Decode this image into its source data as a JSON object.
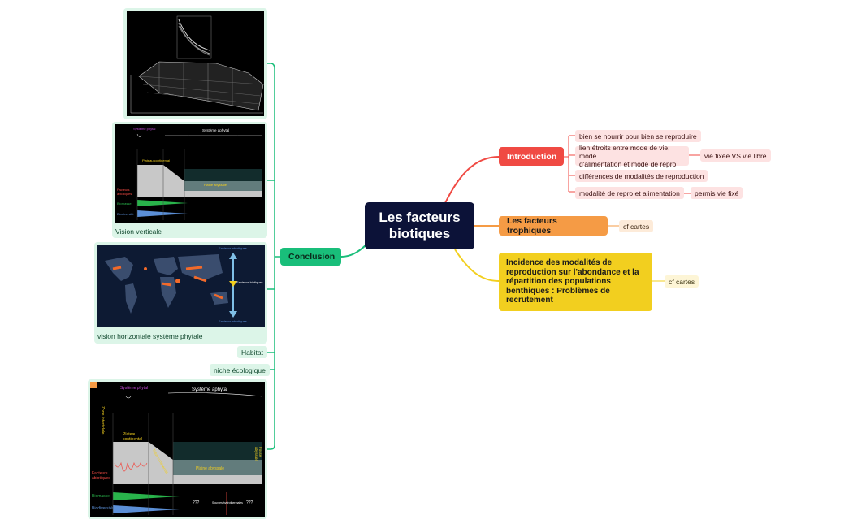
{
  "central": {
    "title_line1": "Les facteurs",
    "title_line2": "biotiques"
  },
  "introduction": {
    "label": "Introduction",
    "items": [
      {
        "text": "bien se nourrir pour bien se reproduire"
      },
      {
        "text_line1": "lien étroits entre mode de vie, mode",
        "text_line2": "d'alimentation et mode de repro",
        "child": "vie fixée VS vie libre"
      },
      {
        "text": "différences de modalités de reproduction"
      },
      {
        "text": "modalité de repro et alimentation",
        "child": "permis vie fixé"
      }
    ]
  },
  "trophiques": {
    "label": "Les facteurs trophiques",
    "child": "cf cartes"
  },
  "incidence": {
    "label_lines": [
      "Incidence des modalités de",
      "reproduction sur l'abondance et la",
      "répartition des populations",
      "benthiques : Problèmes de",
      "recrutement"
    ],
    "child": "cf cartes"
  },
  "conclusion": {
    "label": "Conclusion",
    "captions": {
      "vertical": "Vision verticale",
      "horizontal": "vision horizontale système phytale"
    },
    "items": {
      "habitat": "Habitat",
      "niche": "niche écologique"
    }
  },
  "diagram_text": {
    "systeme_phytal": "Système phytal",
    "systeme_aphytal": "Système aphytal",
    "zone_intertidale": "Zone intertidale",
    "plateau": "Plateau continental",
    "talus": "Talus continental",
    "plaine": "Plaine abyssale",
    "fosse": "Fosse abyssale",
    "facteurs_abiotiques": "Facteurs abiotiques",
    "biomasse": "Biomasse",
    "biodiversite": "Biodiversité",
    "qqq": "???",
    "sources": "Sources hydrothermales",
    "facteurs_biotiques": "Facteurs biotiques"
  },
  "colors": {
    "central": "#0c1238",
    "introduction": "#f04a43",
    "trophiques": "#f59b45",
    "incidence": "#f2cf1f",
    "conclusion": "#19be7a"
  }
}
